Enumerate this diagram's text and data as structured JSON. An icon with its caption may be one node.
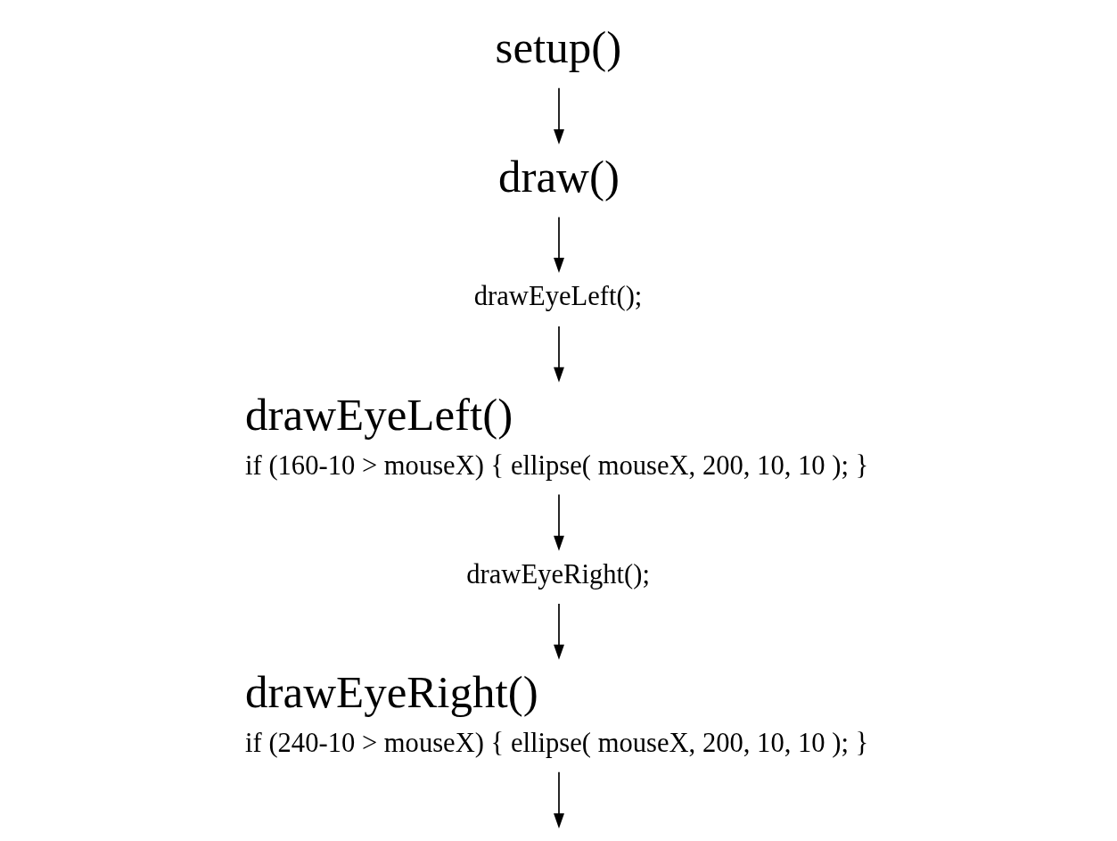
{
  "diagram": {
    "nodes": [
      {
        "text": [
          "setup()"
        ]
      },
      {
        "text": [
          "draw()"
        ]
      },
      {
        "text": [
          "drawEyeLeft();"
        ]
      },
      {
        "text": [
          "drawEyeLeft()",
          "if (160-10 > mouseX) { ellipse( mouseX, 200, 10, 10 ); }"
        ]
      },
      {
        "text": [
          "drawEyeRight();"
        ]
      },
      {
        "text": [
          "drawEyeRight()",
          "if (240-10 > mouseX) { ellipse( mouseX, 200, 10, 10 ); }"
        ]
      }
    ],
    "edges": [
      {
        "from": 0,
        "to": 1,
        "arrow": "to"
      },
      {
        "from": 1,
        "to": 2,
        "arrow": "to"
      },
      {
        "from": 2,
        "to": 3,
        "arrow": "to"
      },
      {
        "from": 3,
        "to": 4,
        "arrow": "to"
      },
      {
        "from": 4,
        "to": 5,
        "arrow": "to"
      },
      {
        "from": 5,
        "to": null,
        "arrow": "to"
      }
    ]
  }
}
